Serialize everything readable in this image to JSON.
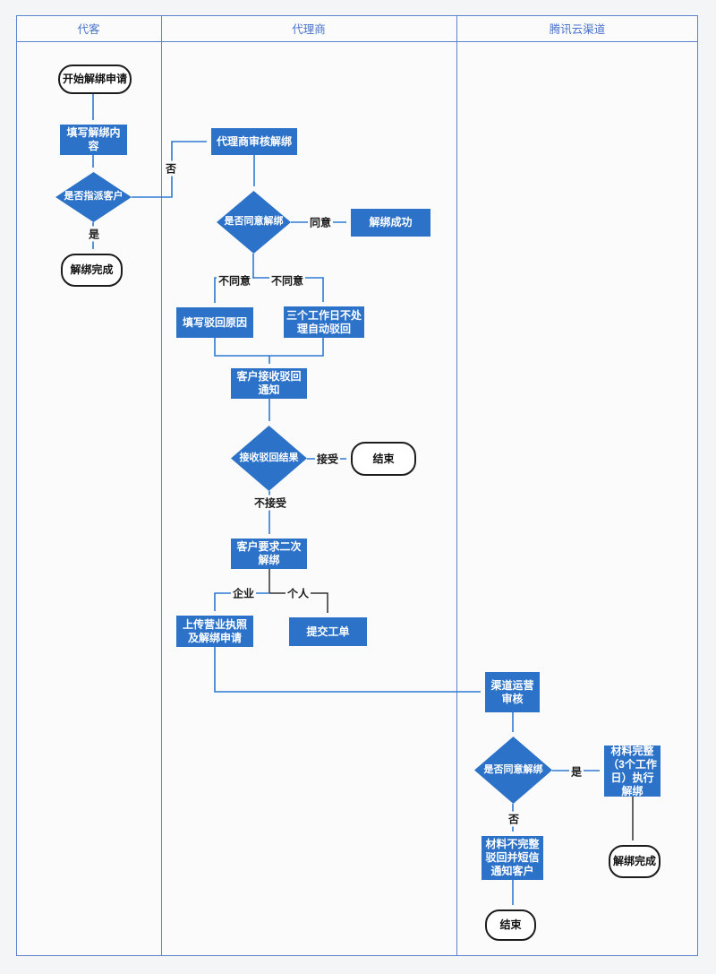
{
  "lanes": [
    "代客",
    "代理商",
    "腾讯云渠道"
  ],
  "nodes": {
    "start": "开始解绑申请",
    "fill_content": "填写解绑内容",
    "assign_decision": "是否指派客户",
    "unbind_done1": "解绑完成",
    "agent_review": "代理商审核解绑",
    "agree_decision1": "是否同意解绑",
    "unbind_success": "解绑成功",
    "fill_reject_reason": "填写驳回原因",
    "auto_reject": "三个工作日不处理自动驳回",
    "receive_reject_notice": "客户接收驳回通知",
    "reject_result_decision": "接收驳回结果",
    "end1": "结束",
    "second_unbind": "客户要求二次解绑",
    "upload_license": "上传营业执照及解绑申请",
    "submit_ticket": "提交工单",
    "channel_review": "渠道运营审核",
    "agree_decision2": "是否同意解绑",
    "material_complete": "材料完整（3个工作日）执行解绑",
    "material_incomplete": "材料不完整驳回并短信通知客户",
    "end2": "结束",
    "unbind_done2": "解绑完成"
  },
  "edge_labels": {
    "no1": "否",
    "yes1": "是",
    "agree": "同意",
    "disagree_left": "不同意",
    "disagree_right": "不同意",
    "accept": "接受",
    "not_accept": "不接受",
    "enterprise": "企业",
    "personal": "个人",
    "yes2": "是",
    "no2": "否"
  },
  "colors": {
    "node_blue": "#2b72c8",
    "arrow_blue": "#2e7ad1",
    "arrow_black": "#333333",
    "lane_border": "#5b83ce",
    "header_text": "#4a73c8"
  }
}
